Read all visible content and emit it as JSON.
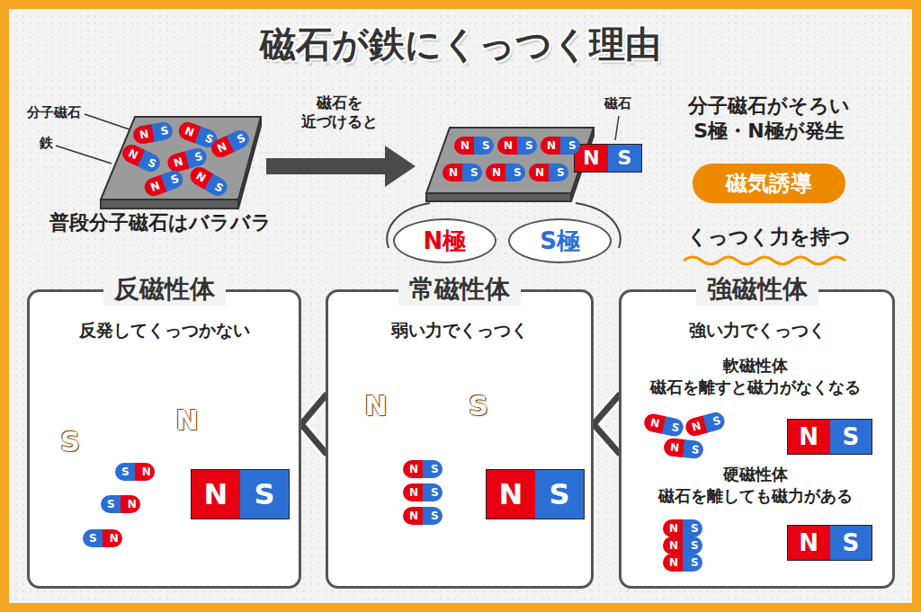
{
  "diagram": {
    "title": "磁石が鉄にくっつく理由",
    "nodes": [
      {
        "text": [
          "N",
          "S"
        ]
      },
      {
        "text": [
          "N極"
        ]
      },
      {
        "text": [
          "S極"
        ]
      },
      {
        "text": [
          "磁気誘導"
        ]
      },
      {
        "text": [
          "反磁性体",
          "反発してくっつかない"
        ]
      },
      {
        "text": [
          "常磁性体",
          "弱い力でくっつく"
        ]
      },
      {
        "text": [
          "強磁性体",
          "強い力でくっつく"
        ]
      },
      {
        "text": [
          "N",
          "S"
        ],
        "in": 4
      },
      {
        "text": [
          "N",
          "S"
        ],
        "in": 5
      },
      {
        "text": [
          "N",
          "S"
        ],
        "in": 6
      },
      {
        "text": [
          "N",
          "S"
        ],
        "in": 6
      }
    ],
    "edges": [
      {
        "from": 6,
        "to": 5,
        "arrow": "to"
      },
      {
        "from": 5,
        "to": 4,
        "arrow": "to"
      }
    ],
    "labels": [
      "分子磁石",
      "鉄",
      "NS",
      "NS",
      "NS",
      "NS",
      "NS",
      "NS",
      "NS",
      "普段分子磁石はバラバラ",
      "磁石を 近づけると",
      "NS",
      "NS",
      "NS",
      "NS",
      "NS",
      "NS",
      "磁石",
      "分子磁石がそろい S極・N極が発生",
      "くっつく力を持つ",
      "S",
      "N",
      "SN",
      "SN",
      "SN",
      "N",
      "S",
      "NS",
      "NS",
      "NS",
      "軟磁性体",
      "磁石を離すと磁力がなくなる",
      "NS",
      "NS",
      "NS",
      "硬磁性体",
      "磁石を離しても磁力がある",
      "NS",
      "NS",
      "NS"
    ]
  }
}
